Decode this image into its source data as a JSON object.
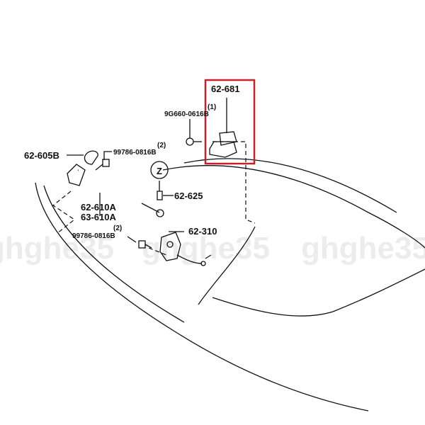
{
  "labels": {
    "part_681": "62-681",
    "qty_681_bolt": "(1)",
    "bolt_681": "9G660-0616B",
    "part_605b": "62-605B",
    "qty_bolt_upper": "(2)",
    "bolt_upper": "99786-0816B",
    "z_marker": "Z",
    "part_625": "62-625",
    "part_610a": "62-610A",
    "part_63_610a": "63-610A",
    "qty_bolt_lower": "(2)",
    "bolt_lower": "99786-0816B",
    "part_310": "62-310"
  },
  "watermark": "ghghe35",
  "highlight_color": "#c8202a"
}
